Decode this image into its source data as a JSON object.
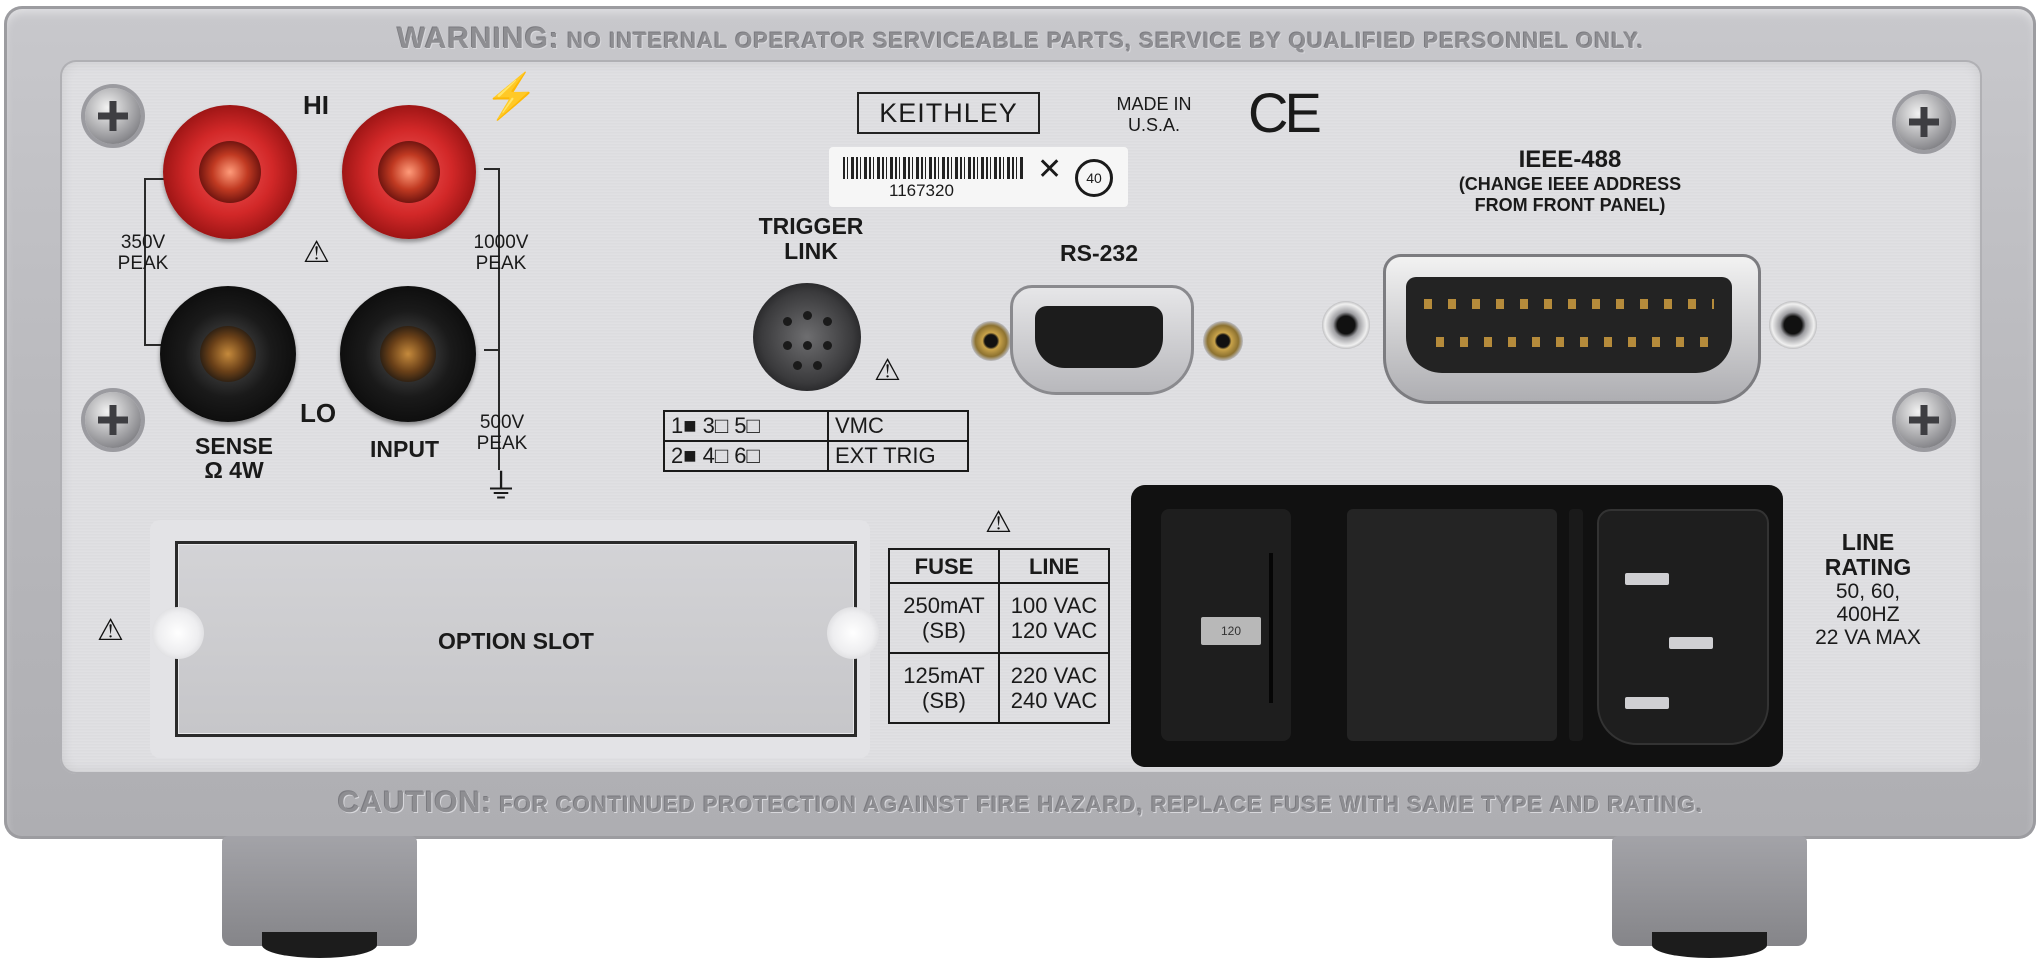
{
  "top_warning": {
    "lead": "WARNING:",
    "rest": "NO INTERNAL OPERATOR SERVICEABLE PARTS, SERVICE BY QUALIFIED PERSONNEL ONLY."
  },
  "bottom_caution": {
    "lead": "CAUTION:",
    "rest": "FOR CONTINUED PROTECTION AGAINST FIRE HAZARD, REPLACE FUSE WITH SAME TYPE AND RATING."
  },
  "terminals": {
    "hi": "HI",
    "lo": "LO",
    "sense_line1": "SENSE",
    "sense_line2": "Ω 4W",
    "input": "INPUT",
    "peak_350_line1": "350V",
    "peak_350_line2": "PEAK",
    "peak_1000_line1": "1000V",
    "peak_1000_line2": "PEAK",
    "peak_500_line1": "500V",
    "peak_500_line2": "PEAK"
  },
  "brand": {
    "logo": "KEITHLEY",
    "made_in_line1": "MADE IN",
    "made_in_line2": "U.S.A.",
    "ce": "CE",
    "barcode_number": "1167320",
    "rohs_mark": "40"
  },
  "trigger": {
    "title_line1": "TRIGGER",
    "title_line2": "LINK",
    "pin_rows": [
      {
        "pins": "1■ 3□ 5□",
        "function": "VMC"
      },
      {
        "pins": "2■ 4□ 6□",
        "function": "EXT TRIG"
      }
    ]
  },
  "rs232": {
    "title": "RS-232"
  },
  "ieee": {
    "title": "IEEE-488",
    "sub_line1": "(CHANGE IEEE ADDRESS",
    "sub_line2": "FROM FRONT PANEL)"
  },
  "option_slot": {
    "label": "OPTION SLOT"
  },
  "fuse_table": {
    "headers": [
      "FUSE",
      "LINE"
    ],
    "rows": [
      {
        "fuse_line1": "250mAT",
        "fuse_line2": "(SB)",
        "line1": "100 VAC",
        "line2": "120 VAC"
      },
      {
        "fuse_line1": "125mAT",
        "fuse_line2": "(SB)",
        "line1": "220 VAC",
        "line2": "240 VAC"
      }
    ]
  },
  "fuse_holder": {
    "voltage_tab": "120"
  },
  "line_rating": {
    "title_line1": "LINE",
    "title_line2": "RATING",
    "line1": "50, 60,",
    "line2": "400HZ",
    "line3": "22 VA MAX"
  },
  "icons": {
    "warning": "⚠",
    "high_voltage": "⚡",
    "ground": "⏚"
  }
}
